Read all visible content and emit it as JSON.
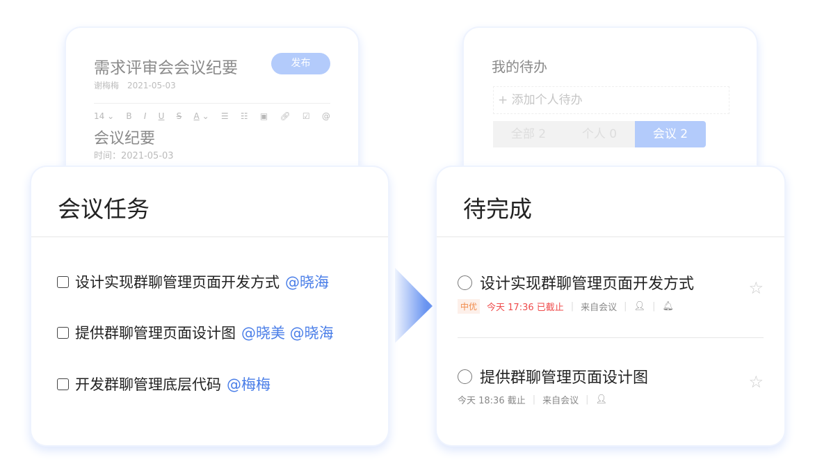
{
  "doc_card": {
    "title": "需求评审会会议纪要",
    "publish": "发布",
    "author": "谢梅梅",
    "date": "2021-05-03",
    "toolbar": {
      "font_size": "14",
      "items": [
        "B",
        "I",
        "U",
        "S",
        "A"
      ]
    },
    "heading": "会议纪要",
    "time_line": "时间：2021-05-03"
  },
  "todo_card": {
    "title": "我的待办",
    "add_placeholder": "添加个人待办",
    "tabs": [
      {
        "label": "全部 2"
      },
      {
        "label": "个人 0"
      },
      {
        "label": "会议 2",
        "active": true
      }
    ]
  },
  "tasks_card": {
    "title": "会议任务",
    "tasks": [
      {
        "text": "设计实现群聊管理页面开发方式",
        "mentions": "@晓海"
      },
      {
        "text": "提供群聊管理页面设计图",
        "mentions": "@晓美 @晓海"
      },
      {
        "text": "开发群聊管理底层代码",
        "mentions": "@梅梅"
      }
    ]
  },
  "pending_card": {
    "title": "待完成",
    "items": [
      {
        "text": "设计实现群聊管理页面开发方式",
        "priority": "中优",
        "deadline": "今天 17:36 已截止",
        "source": "来自会议"
      },
      {
        "text": "提供群聊管理页面设计图",
        "deadline": "今天 18:36 截止",
        "source": "来自会议"
      }
    ]
  },
  "colors": {
    "accent": "#4a7ee8",
    "button": "#b3cbfb",
    "overdue": "#ef4b4b",
    "priority": "#f08a4a"
  }
}
